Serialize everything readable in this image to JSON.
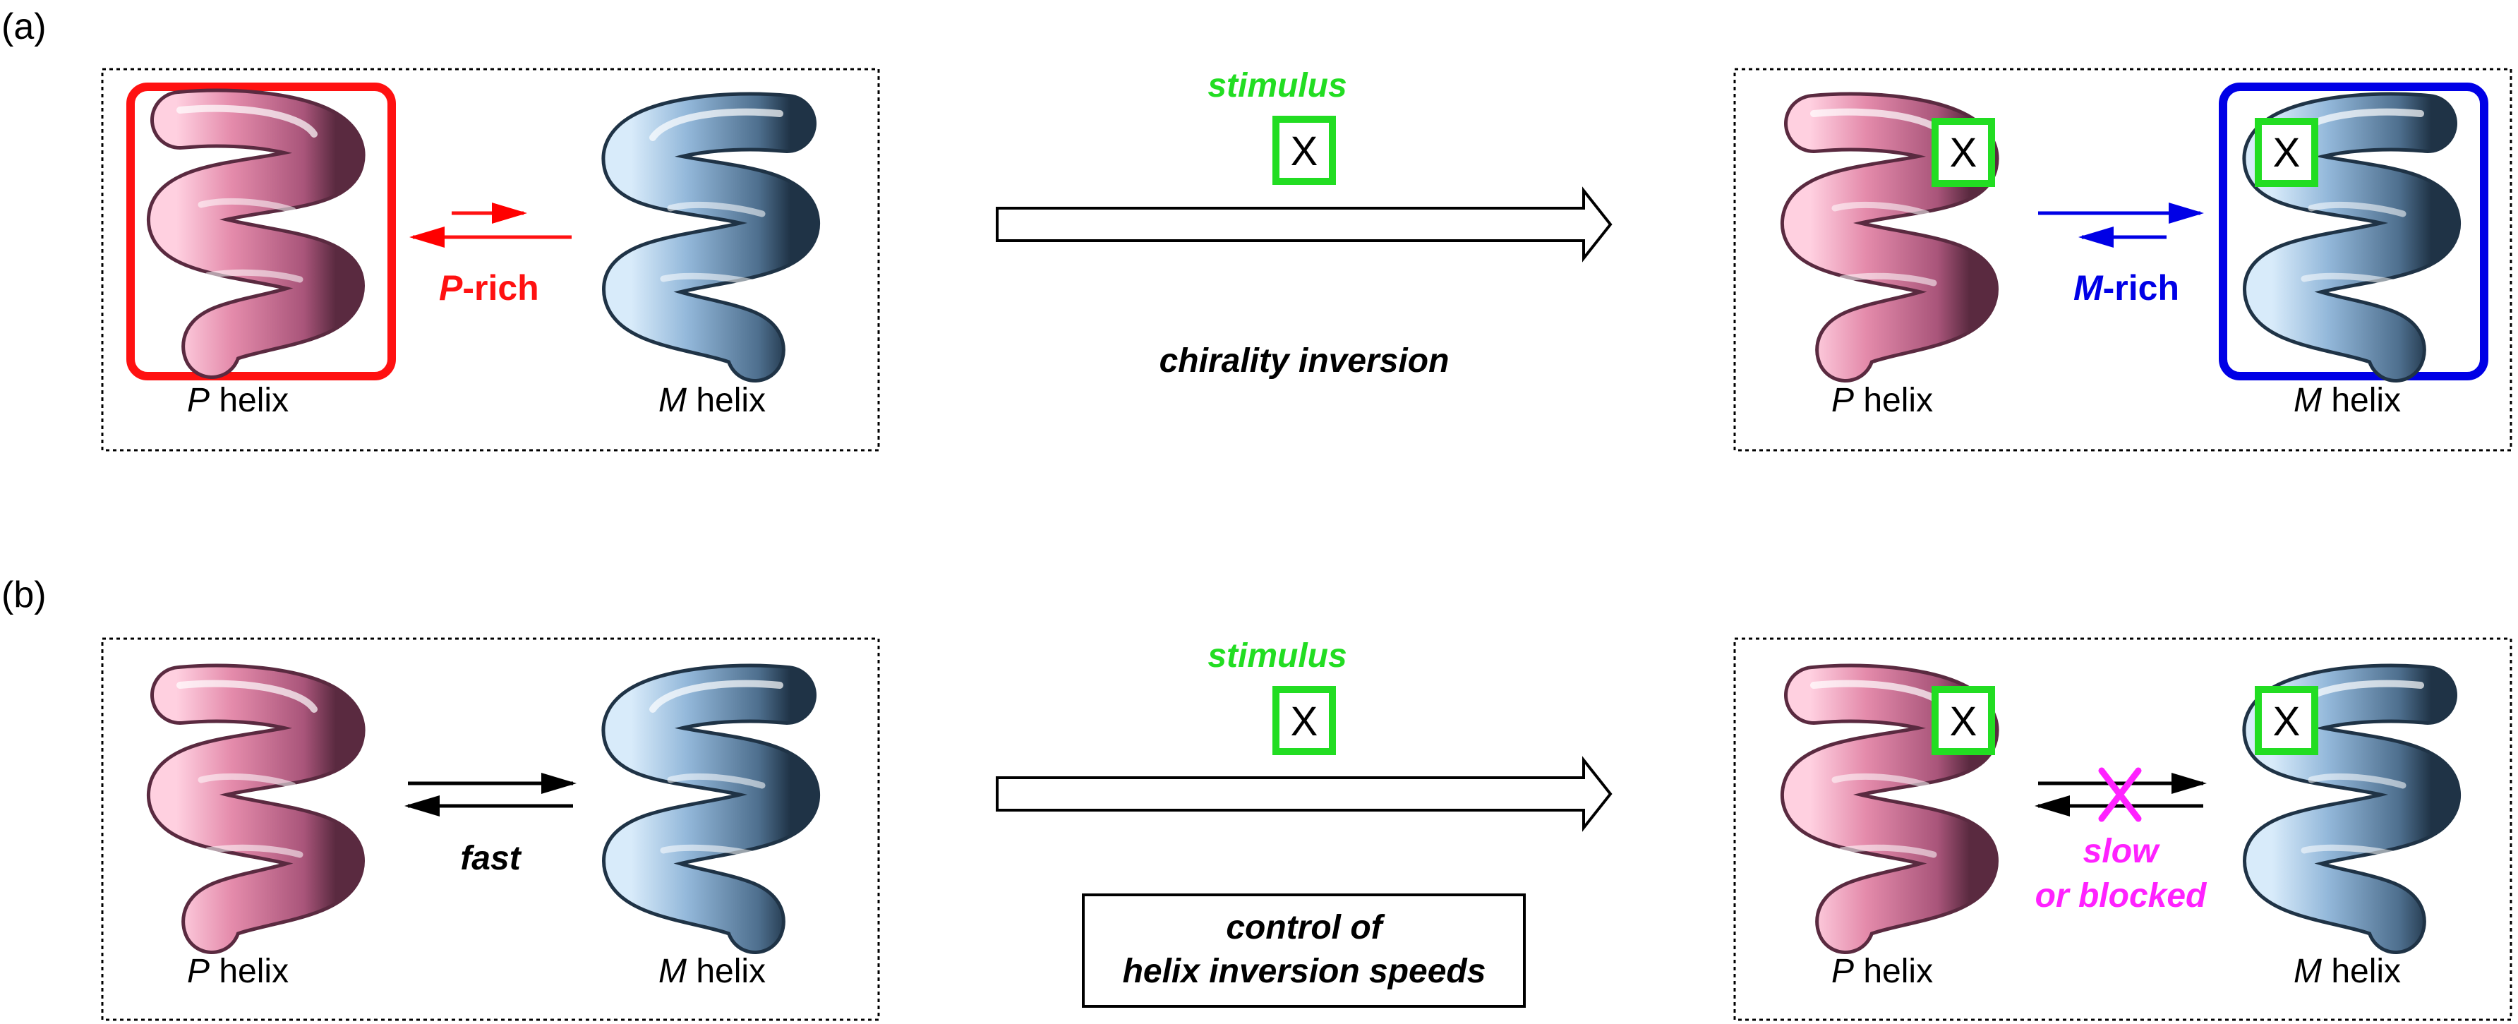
{
  "panel_a": {
    "label": "(a)",
    "stimulus": "stimulus",
    "x_mark": "X",
    "arrow_caption": "chirality inversion",
    "left": {
      "p_helix": [
        "P",
        " helix"
      ],
      "m_helix": [
        "M",
        " helix"
      ],
      "bias": [
        "P",
        "-rich"
      ]
    },
    "right": {
      "p_helix": [
        "P",
        " helix"
      ],
      "m_helix": [
        "M",
        " helix"
      ],
      "bias": [
        "M",
        "-rich"
      ]
    }
  },
  "panel_b": {
    "label": "(b)",
    "stimulus": "stimulus",
    "x_mark": "X",
    "arrow_caption": [
      "control of",
      "helix inversion speeds"
    ],
    "left": {
      "p_helix": [
        "P",
        " helix"
      ],
      "m_helix": [
        "M",
        " helix"
      ],
      "rate": "fast"
    },
    "right": {
      "p_helix": [
        "P",
        " helix"
      ],
      "m_helix": [
        "M",
        " helix"
      ],
      "rate": [
        "slow",
        "or blocked"
      ]
    }
  },
  "colors": {
    "p_helix": "#e08aa8",
    "m_helix": "#8fb3d6",
    "p_rich": "#ff0000",
    "m_rich": "#0000e6",
    "stimulus": "#22dd22",
    "blocked": "#ff22ff"
  }
}
